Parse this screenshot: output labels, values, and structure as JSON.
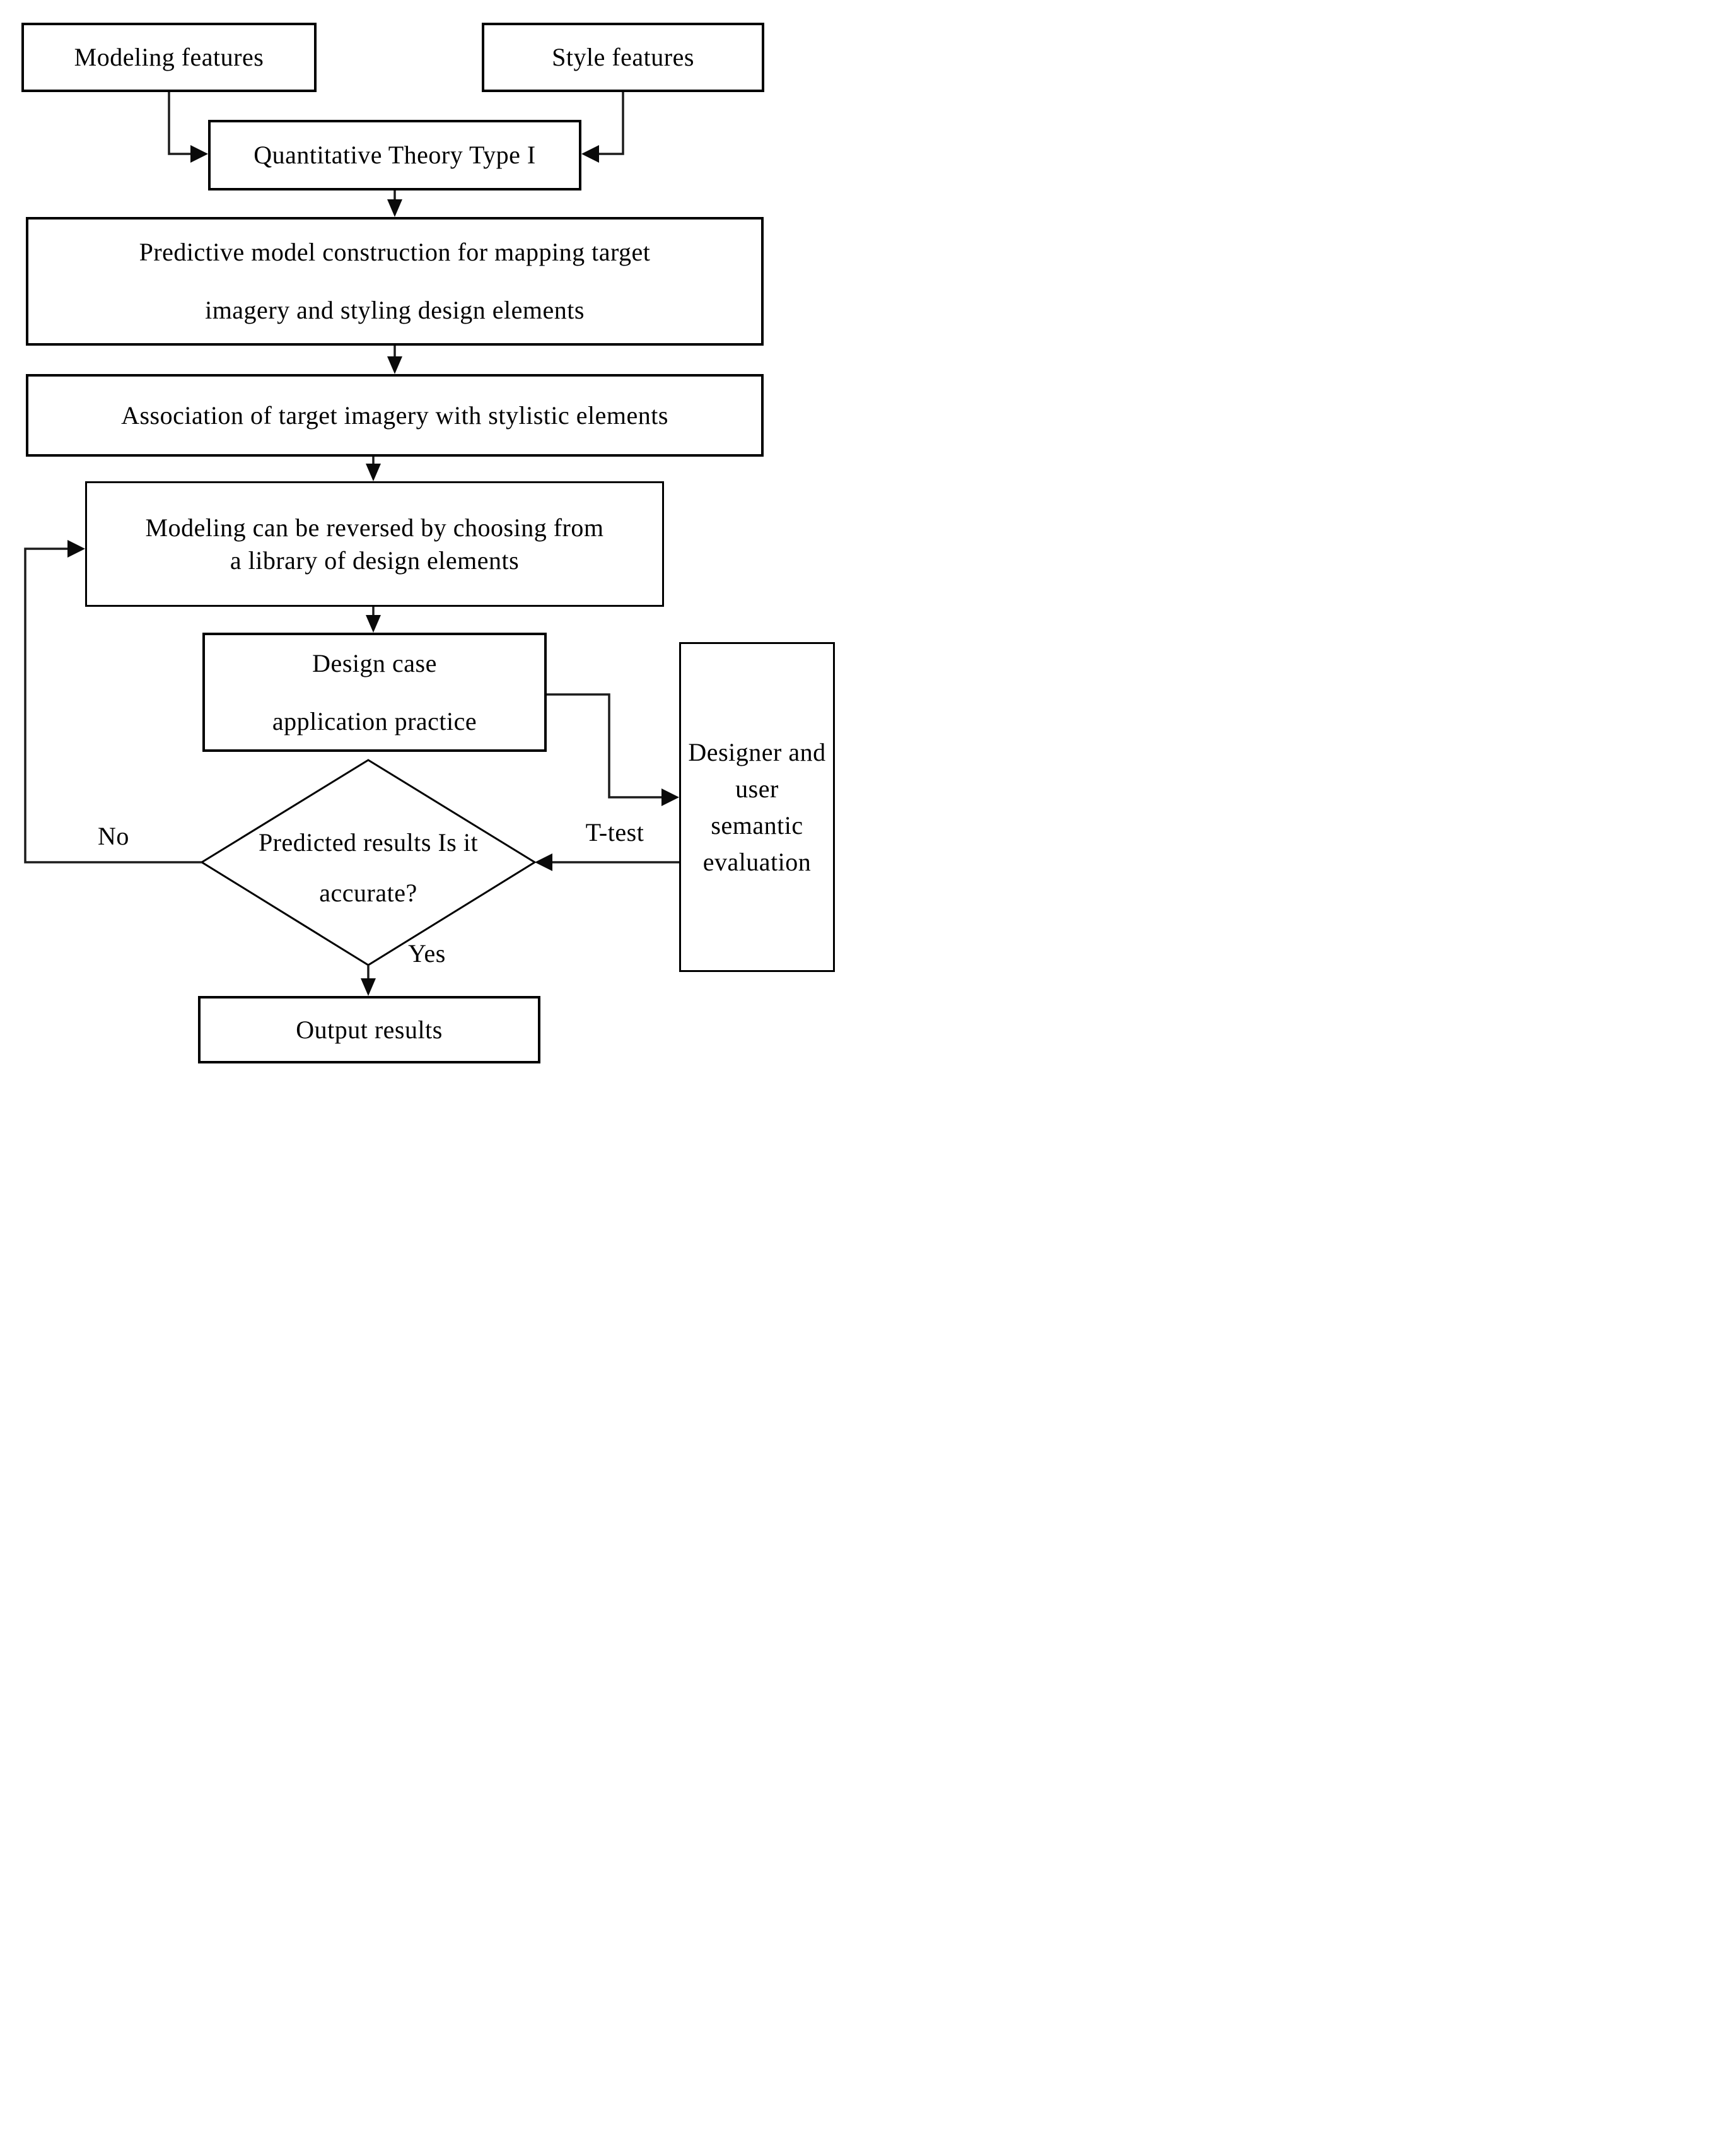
{
  "diagram": {
    "nodes": {
      "modeling_features": {
        "label": "Modeling features"
      },
      "style_features": {
        "label": "Style features"
      },
      "quantitative_theory": {
        "label": "Quantitative Theory Type I"
      },
      "predictive_model": {
        "line1": "Predictive model construction for mapping target",
        "line2": "imagery and styling design elements"
      },
      "association": {
        "label": "Association of target imagery with stylistic elements"
      },
      "modeling_reversed": {
        "line1": "Modeling can be reversed by choosing from",
        "line2": "a library of design elements"
      },
      "design_case": {
        "line1": "Design case",
        "line2": "application practice"
      },
      "designer_evaluation": {
        "label": "Designer and user semantic evaluation"
      },
      "decision": {
        "line1": "Predicted results",
        "line2": "Is it accurate?"
      },
      "output_results": {
        "label": "Output results"
      }
    },
    "edge_labels": {
      "no": "No",
      "yes": "Yes",
      "t_test": "T-test"
    },
    "colors": {
      "background": "#ffffff",
      "box_border": "#000000",
      "text": "#000000",
      "connector": "#1c1c1c"
    }
  }
}
